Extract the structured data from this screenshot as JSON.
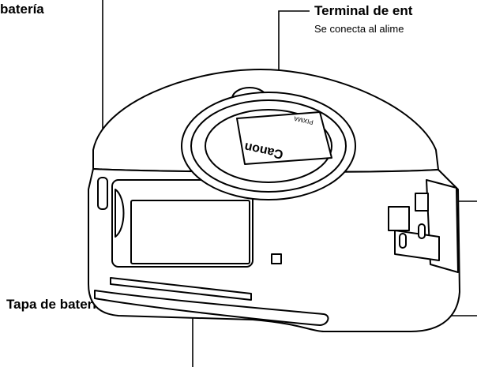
{
  "labels": {
    "top_left_fragment": "batería",
    "top_right_title": "Terminal de ent",
    "top_right_sub": "Se conecta al alime",
    "battery_cover": "Tapa de batería"
  },
  "device": {
    "brand_text": "Canon",
    "lens_text": "PIXMA"
  }
}
